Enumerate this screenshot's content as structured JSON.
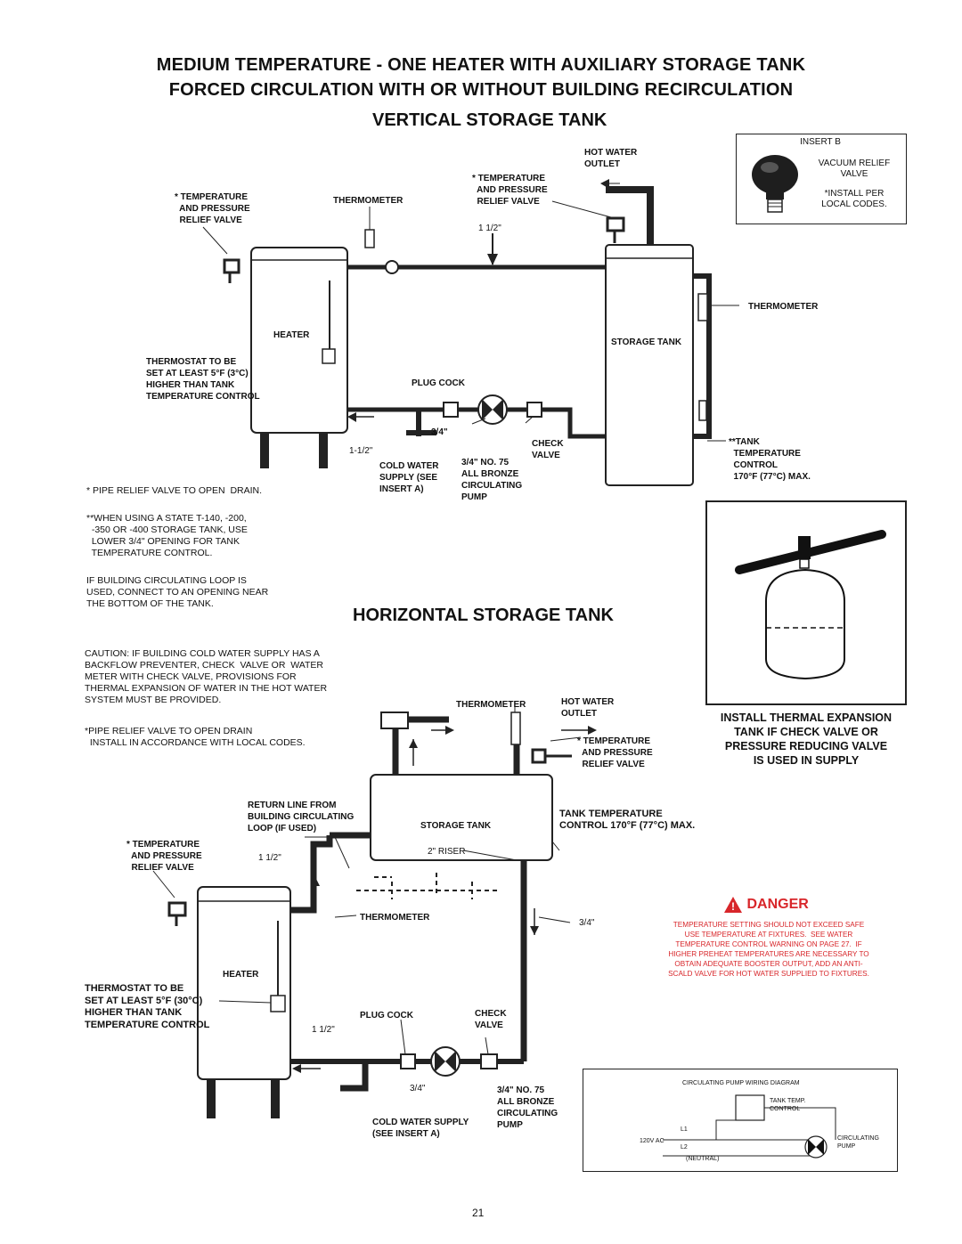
{
  "header": {
    "line1": "MEDIUM TEMPERATURE - ONE HEATER WITH AUXILIARY STORAGE TANK",
    "line2": "FORCED CIRCULATION WITH OR WITHOUT BUILDING RECIRCULATION"
  },
  "vertical": {
    "title": "VERTICAL STORAGE TANK",
    "labels": {
      "relief_left": "* TEMPERATURE\n  AND PRESSURE\n  RELIEF VALVE",
      "thermometer_top": "THERMOMETER",
      "relief_right": "* TEMPERATURE\n  AND PRESSURE\n  RELIEF VALVE",
      "hot_water_outlet": "HOT WATER\nOUTLET",
      "pipe_size": "1 1/2\"",
      "heater": "HEATER",
      "storage_tank": "STORAGE TANK",
      "thermometer_right": "THERMOMETER",
      "thermostat": "THERMOSTAT TO BE\nSET AT LEAST 5°F (3°C)\nHIGHER THAN TANK\nTEMPERATURE CONTROL",
      "plug_cock": "PLUG COCK",
      "three_quarter": "3/4\"",
      "one_half": "1-1/2\"",
      "check_valve": "CHECK\nVALVE",
      "cold_water": "COLD WATER\nSUPPLY (SEE\nINSERT A)",
      "pump": "3/4\" NO. 75\nALL BRONZE\nCIRCULATING\nPUMP",
      "tank_temp": "**TANK\n  TEMPERATURE\n  CONTROL\n  170°F (77°C) MAX."
    }
  },
  "insert_b": {
    "title": "INSERT B",
    "vacuum": "VACUUM RELIEF\nVALVE",
    "install": "*INSTALL PER\nLOCAL CODES."
  },
  "notes": {
    "pipe_relief": "* PIPE RELIEF VALVE TO OPEN  DRAIN.",
    "state_tank": "**WHEN USING A STATE T-140, -200,\n  -350 OR -400 STORAGE TANK, USE\n  LOWER 3/4\" OPENING FOR TANK\n  TEMPERATURE CONTROL.",
    "building_loop": "IF BUILDING CIRCULATING LOOP IS\nUSED, CONNECT TO AN OPENING NEAR\nTHE BOTTOM OF THE TANK.",
    "caution": "CAUTION: IF BUILDING COLD WATER SUPPLY HAS A\nBACKFLOW PREVENTER, CHECK  VALVE OR  WATER\nMETER WITH CHECK VALVE, PROVISIONS FOR\nTHERMAL EXPANSION OF WATER IN THE HOT WATER\nSYSTEM MUST BE PROVIDED.",
    "pipe_relief2": "*PIPE RELIEF VALVE TO OPEN DRAIN\n  INSTALL IN ACCORDANCE WITH LOCAL CODES."
  },
  "expansion": {
    "text": "INSTALL THERMAL EXPANSION\nTANK IF CHECK VALVE OR\nPRESSURE REDUCING VALVE\nIS USED IN SUPPLY"
  },
  "horizontal": {
    "title": "HORIZONTAL STORAGE TANK",
    "labels": {
      "thermometer_top": "THERMOMETER",
      "hot_water_outlet": "HOT WATER\nOUTLET",
      "relief_right": "* TEMPERATURE\n  AND PRESSURE\n  RELIEF VALVE",
      "return_line": "RETURN LINE FROM\nBUILDING CIRCULATING\nLOOP (IF USED)",
      "storage_tank": "STORAGE TANK",
      "tank_temp": "TANK TEMPERATURE\nCONTROL 170°F (77°C) MAX.",
      "relief_left": "* TEMPERATURE\n  AND PRESSURE\n  RELIEF VALVE",
      "pipe_size": "1 1/2\"",
      "riser": "2\" RISER",
      "thermometer_low": "THERMOMETER",
      "three_quarter_right": "3/4\"",
      "heater": "HEATER",
      "thermostat": "THERMOSTAT TO BE\nSET AT LEAST 5°F (30°C)\nHIGHER THAN TANK\nTEMPERATURE CONTROL",
      "plug_cock": "PLUG COCK",
      "check_valve": "CHECK\nVALVE",
      "pipe_size_low": "1 1/2\"",
      "three_quarter": "3/4\"",
      "pump": "3/4\" NO. 75\nALL BRONZE\nCIRCULATING\nPUMP",
      "cold_water": "COLD WATER SUPPLY\n(SEE INSERT A)"
    }
  },
  "danger": {
    "heading": "DANGER",
    "text": "TEMPERATURE SETTING SHOULD NOT EXCEED SAFE\nUSE TEMPERATURE AT FIXTURES.  SEE WATER\nTEMPERATURE CONTROL WARNING ON PAGE 27.  IF\nHIGHER PREHEAT TEMPERATURES ARE NECESSARY TO\nOBTAIN ADEQUATE BOOSTER OUTPUT, ADD AN ANTI-\nSCALD VALVE FOR HOT WATER SUPPLIED TO FIXTURES.",
    "color": "#d8262a"
  },
  "wiring": {
    "title": "CIRCULATING PUMP WIRING DIAGRAM",
    "tank_temp": "TANK TEMP.\nCONTROL",
    "l1": "L1",
    "l2": "L2",
    "neutral": "(NEUTRAL)",
    "voltage": "120V AC",
    "pump": "CIRCULATING\nPUMP"
  },
  "page_number": "21"
}
